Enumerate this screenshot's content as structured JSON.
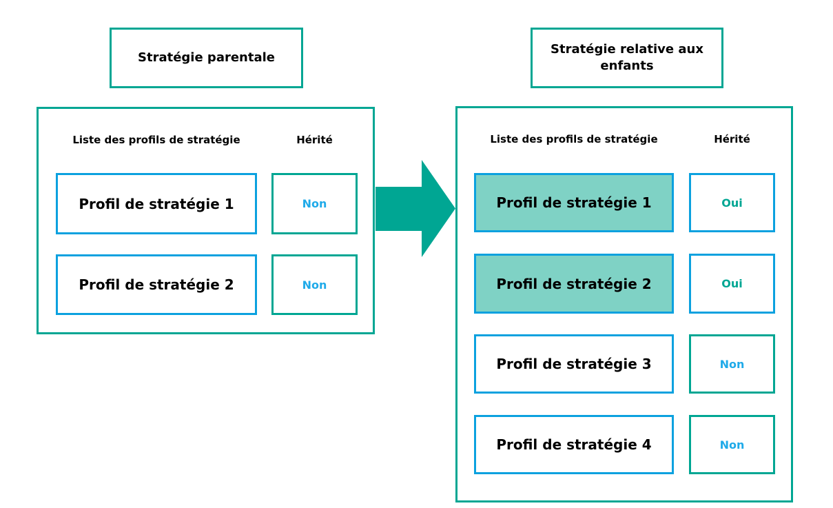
{
  "colors": {
    "green_accent": "#00A693",
    "blue_accent": "#0BA1DF",
    "blue_text": "#1FAAE9",
    "highlight_fill": "#7FD2C5",
    "text": "#000000",
    "background": "#FFFFFF"
  },
  "arrow": {
    "meaning": "inheritance-direction",
    "color": "#00A693"
  },
  "parent": {
    "title": "Stratégie parentale",
    "list_header": "Liste des profils de stratégie",
    "inherited_header": "Hérité",
    "rows": [
      {
        "profile": "Profil de stratégie 1",
        "inherited": "Non",
        "highlighted": false
      },
      {
        "profile": "Profil de stratégie 2",
        "inherited": "Non",
        "highlighted": false
      }
    ]
  },
  "child": {
    "title": "Stratégie relative aux enfants",
    "list_header": "Liste des profils de stratégie",
    "inherited_header": "Hérité",
    "rows": [
      {
        "profile": "Profil de stratégie 1",
        "inherited": "Oui",
        "highlighted": true
      },
      {
        "profile": "Profil de stratégie 2",
        "inherited": "Oui",
        "highlighted": true
      },
      {
        "profile": "Profil de stratégie 3",
        "inherited": "Non",
        "highlighted": false
      },
      {
        "profile": "Profil de stratégie 4",
        "inherited": "Non",
        "highlighted": false
      }
    ]
  }
}
